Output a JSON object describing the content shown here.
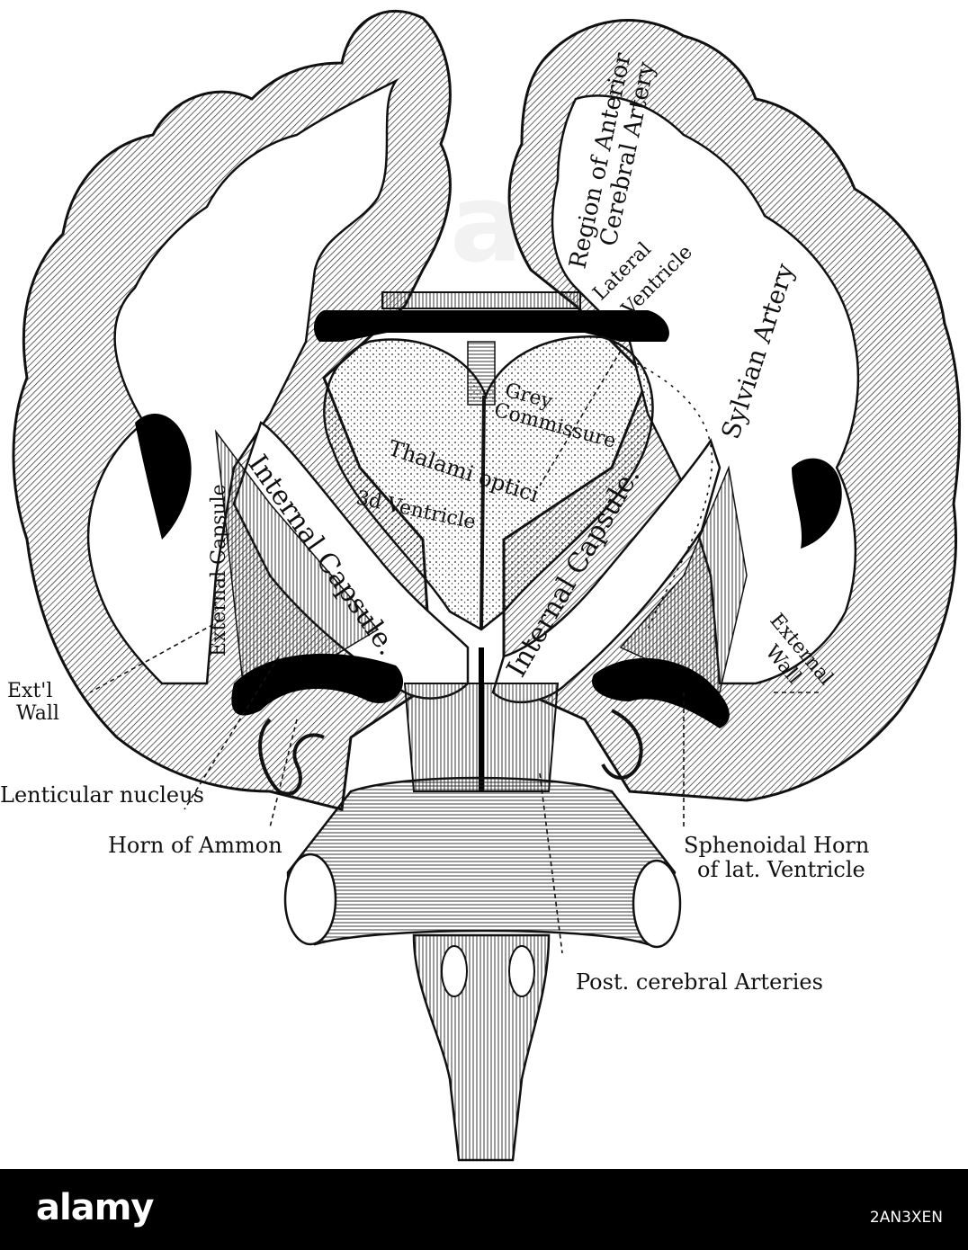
{
  "colors": {
    "ink": "#111111",
    "paper": "#ffffff",
    "footer_bg": "#000000",
    "footer_text": "#ffffff"
  },
  "labels": {
    "anterior_cerebral": "Region of Anterior",
    "anterior_cerebral_2": "Cerebral Artery",
    "lateral_ventricle": "Lateral",
    "lateral_ventricle_2": "Ventricle",
    "sylvian_artery": "Sylvian Artery",
    "grey_commissure": "Grey",
    "grey_commissure_2": "Commissure",
    "thalami_optici": "Thalami optici",
    "third_ventricle": "3d Ventricle",
    "internal_capsule_left": "Internal Capsule.",
    "internal_capsule_right": "Internal Capsule.",
    "external_capsule": "External Capsule",
    "external_wall_right": "External",
    "external_wall_right_2": "Wall",
    "ext_wall_left": "Ext'l",
    "ext_wall_left_2": "Wall",
    "lenticular_nucleus": "Lenticular nucleus",
    "horn_of_ammon": "Horn of Ammon",
    "sphenoidal_horn": "Sphenoidal Horn",
    "sphenoidal_horn_2": "of lat. Ventricle",
    "post_cerebral": "Post. cerebral Arteries"
  },
  "footer": {
    "brand": "alamy",
    "image_id": "2AN3XEN"
  },
  "watermark": "a"
}
